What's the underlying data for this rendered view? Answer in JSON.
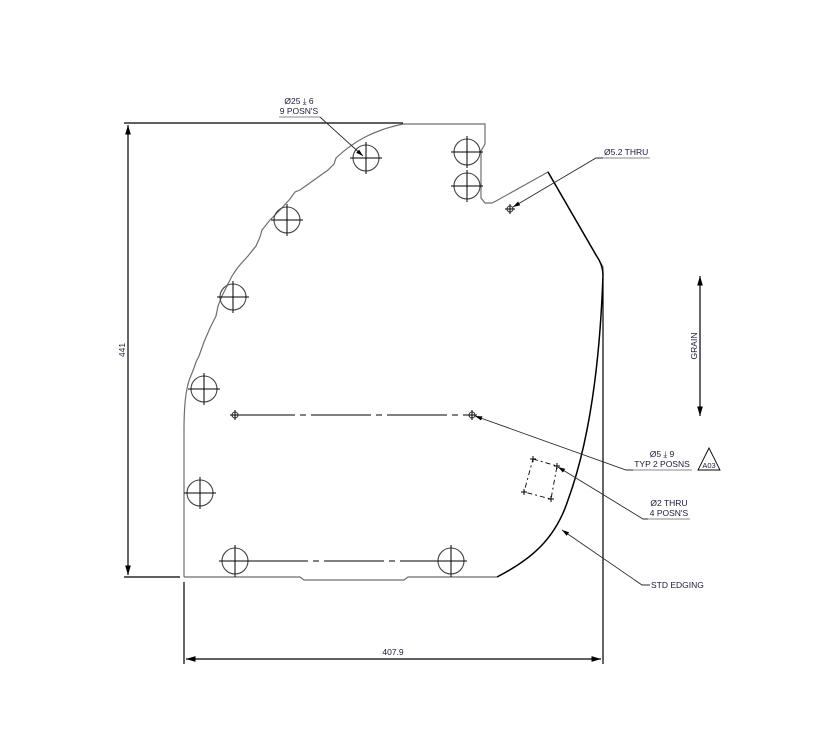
{
  "drawing": {
    "type": "sheet-metal part drawing",
    "dimensions": {
      "height": {
        "label": "441",
        "orientation": "vertical"
      },
      "width": {
        "label": "407.9",
        "orientation": "horizontal"
      }
    },
    "annotations": [
      {
        "id": "large-holes",
        "line1": "Ø25 ⤓ 6",
        "line2": "9 POSN'S"
      },
      {
        "id": "small-thru-hole",
        "line1": "Ø5.2 THRU"
      },
      {
        "id": "blind-holes",
        "line1": "Ø5 ⤓ 9",
        "line2": "TYP 2 POSNS",
        "revision_tag": "A03"
      },
      {
        "id": "pilot-holes",
        "line1": "Ø2 THRU",
        "line2": "4 POSN'S"
      },
      {
        "id": "edging",
        "line1": "STD EDGING"
      }
    ],
    "grain": {
      "label": "GRAIN"
    },
    "colors": {
      "outline": "#6e6e6e",
      "lines": "#000000",
      "text": "#1a1a3a"
    }
  }
}
